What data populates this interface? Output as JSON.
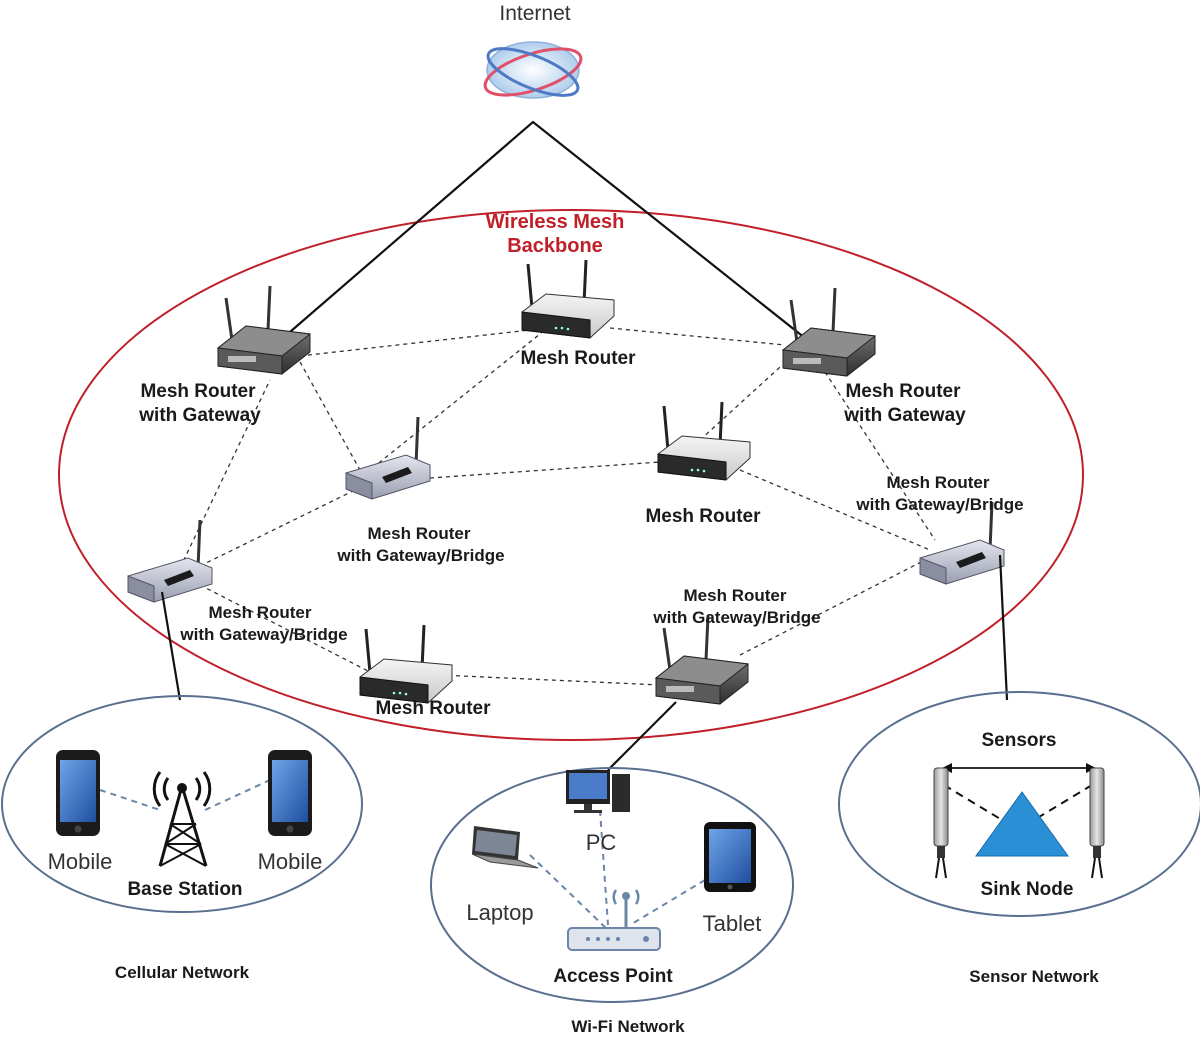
{
  "internet": {
    "label": "Internet"
  },
  "backbone": {
    "title_line1": "Wireless Mesh",
    "title_line2": "Backbone"
  },
  "routers": {
    "gw_left": {
      "line1": "Mesh Router",
      "line2": "with Gateway"
    },
    "top": {
      "line1": "Mesh Router"
    },
    "gw_right": {
      "line1": "Mesh Router",
      "line2": "with Gateway"
    },
    "bridge_center": {
      "line1": "Mesh Router",
      "line2": "with Gateway/Bridge"
    },
    "mid_right": {
      "line1": "Mesh Router"
    },
    "bridge_right": {
      "line1": "Mesh Router",
      "line2": "with Gateway/Bridge"
    },
    "bridge_left": {
      "line1": "Mesh Router",
      "line2": "with Gateway/Bridge"
    },
    "bottom_left": {
      "line1": "Mesh Router"
    },
    "bridge_bottom": {
      "line1": "Mesh Router",
      "line2": "with Gateway/Bridge"
    }
  },
  "cellular": {
    "mobile_left": "Mobile",
    "mobile_right": "Mobile",
    "base_station": "Base Station",
    "network_label": "Cellular Network"
  },
  "wifi": {
    "pc": "PC",
    "laptop": "Laptop",
    "tablet": "Tablet",
    "access_point": "Access Point",
    "network_label": "Wi-Fi Network"
  },
  "sensor": {
    "sensors": "Sensors",
    "sink_node": "Sink Node",
    "network_label": "Sensor Network"
  },
  "colors": {
    "backbone_ellipse": "#c0202a",
    "network_ellipse": "#5a6f8f",
    "sink_node": "#2b8fd6"
  }
}
